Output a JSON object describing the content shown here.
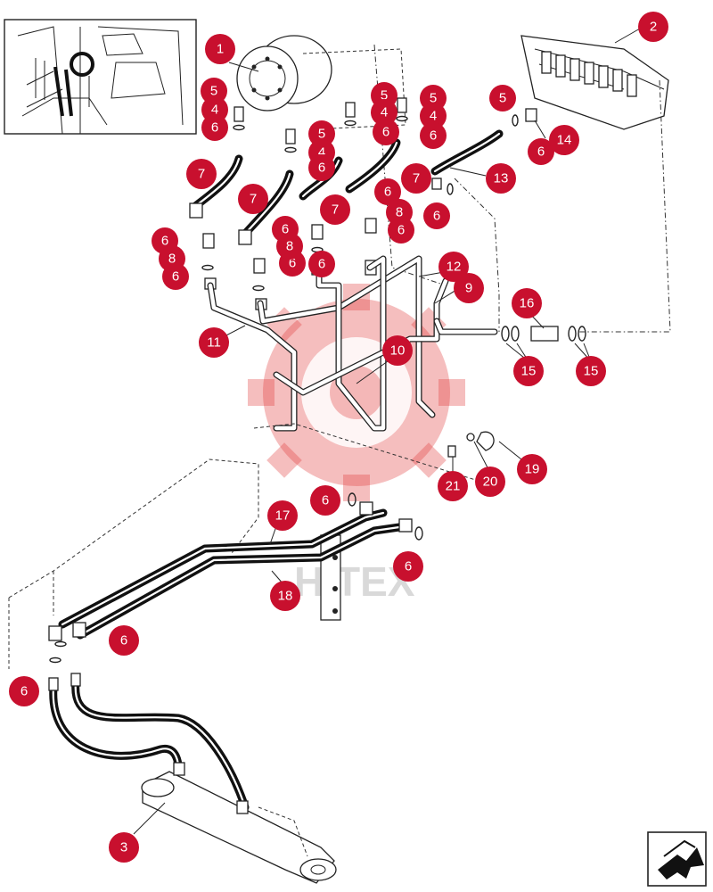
{
  "diagram": {
    "watermark_text": "HITEX",
    "callouts": [
      {
        "label": "1"
      },
      {
        "label": "2"
      },
      {
        "label": "5"
      },
      {
        "label": "4"
      },
      {
        "label": "6"
      },
      {
        "label": "5"
      },
      {
        "label": "4"
      },
      {
        "label": "6"
      },
      {
        "label": "5"
      },
      {
        "label": "4"
      },
      {
        "label": "6"
      },
      {
        "label": "5"
      },
      {
        "label": "4"
      },
      {
        "label": "6"
      },
      {
        "label": "5"
      },
      {
        "label": "6"
      },
      {
        "label": "14"
      },
      {
        "label": "7"
      },
      {
        "label": "7"
      },
      {
        "label": "7"
      },
      {
        "label": "7"
      },
      {
        "label": "13"
      },
      {
        "label": "6"
      },
      {
        "label": "8"
      },
      {
        "label": "6"
      },
      {
        "label": "6"
      },
      {
        "label": "6"
      },
      {
        "label": "8"
      },
      {
        "label": "6"
      },
      {
        "label": "6"
      },
      {
        "label": "6"
      },
      {
        "label": "8"
      },
      {
        "label": "6"
      },
      {
        "label": "12"
      },
      {
        "label": "9"
      },
      {
        "label": "16"
      },
      {
        "label": "15"
      },
      {
        "label": "15"
      },
      {
        "label": "11"
      },
      {
        "label": "10"
      },
      {
        "label": "19"
      },
      {
        "label": "20"
      },
      {
        "label": "21"
      },
      {
        "label": "6"
      },
      {
        "label": "17"
      },
      {
        "label": "6"
      },
      {
        "label": "18"
      },
      {
        "label": "6"
      },
      {
        "label": "6"
      },
      {
        "label": "3"
      }
    ]
  }
}
